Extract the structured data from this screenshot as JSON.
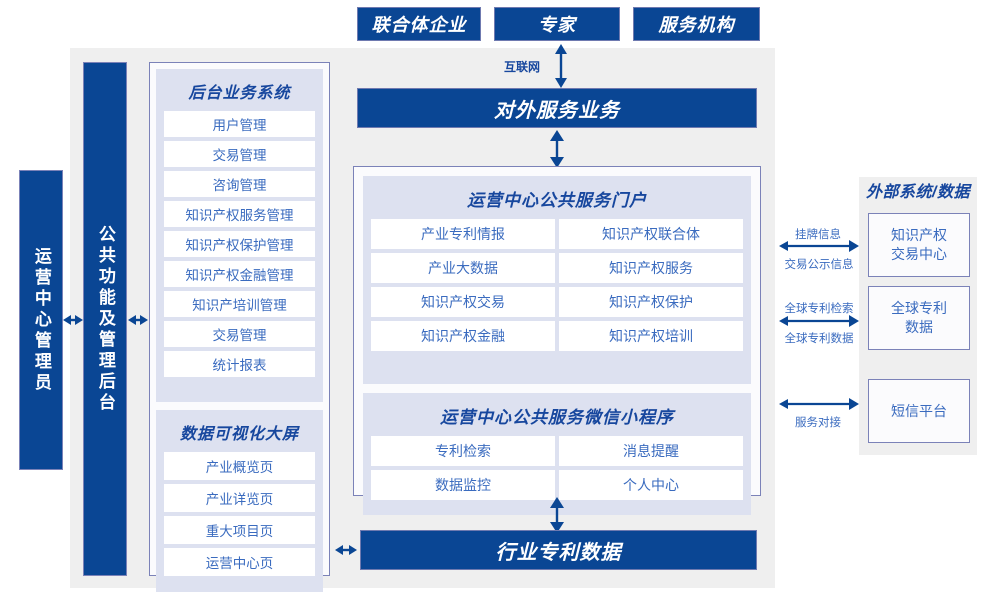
{
  "top_actors": [
    {
      "label": "联合体企业"
    },
    {
      "label": "专家"
    },
    {
      "label": "服务机构"
    }
  ],
  "internet_label": "互联网",
  "external_service_bar": "对外服务业务",
  "industry_data_bar": "行业专利数据",
  "left_columns": [
    {
      "label": "运营中心管理员"
    },
    {
      "label": "公共功能及管理后台"
    }
  ],
  "backend_system": {
    "title": "后台业务系统",
    "items": [
      "用户管理",
      "交易管理",
      "咨询管理",
      "知识产权服务管理",
      "知识产权保护管理",
      "知识产权金融管理",
      "知识产培训管理",
      "交易管理",
      "统计报表"
    ]
  },
  "visualization": {
    "title": "数据可视化大屏",
    "items": [
      "产业概览页",
      "产业详览页",
      "重大项目页",
      "运营中心页"
    ]
  },
  "portal": {
    "title": "运营中心公共服务门户",
    "items": [
      "产业专利情报",
      "知识产权联合体",
      "产业大数据",
      "知识产权服务",
      "知识产权交易",
      "知识产权保护",
      "知识产权金融",
      "知识产权培训"
    ]
  },
  "miniprogram": {
    "title": "运营中心公共服务微信小程序",
    "items": [
      "专利检索",
      "消息提醒",
      "数据监控",
      "个人中心"
    ]
  },
  "external": {
    "title": "外部系统/数据",
    "boxes": [
      {
        "label": "知识产权\n交易中心"
      },
      {
        "label": "全球专利\n数据"
      },
      {
        "label": "短信平台"
      }
    ],
    "connectors": [
      {
        "above": "挂牌信息",
        "below": "交易公示信息"
      },
      {
        "above": "全球专利检索",
        "below": "全球专利数据"
      },
      {
        "above": "",
        "below": "服务对接"
      }
    ]
  },
  "colors": {
    "brand_blue": "#0a4694",
    "title_blue": "#17479e",
    "text_blue": "#3a6bbf",
    "stage_grey": "#efefef",
    "group_lavender": "#dde1f0",
    "border_purple": "#7b82b8"
  }
}
